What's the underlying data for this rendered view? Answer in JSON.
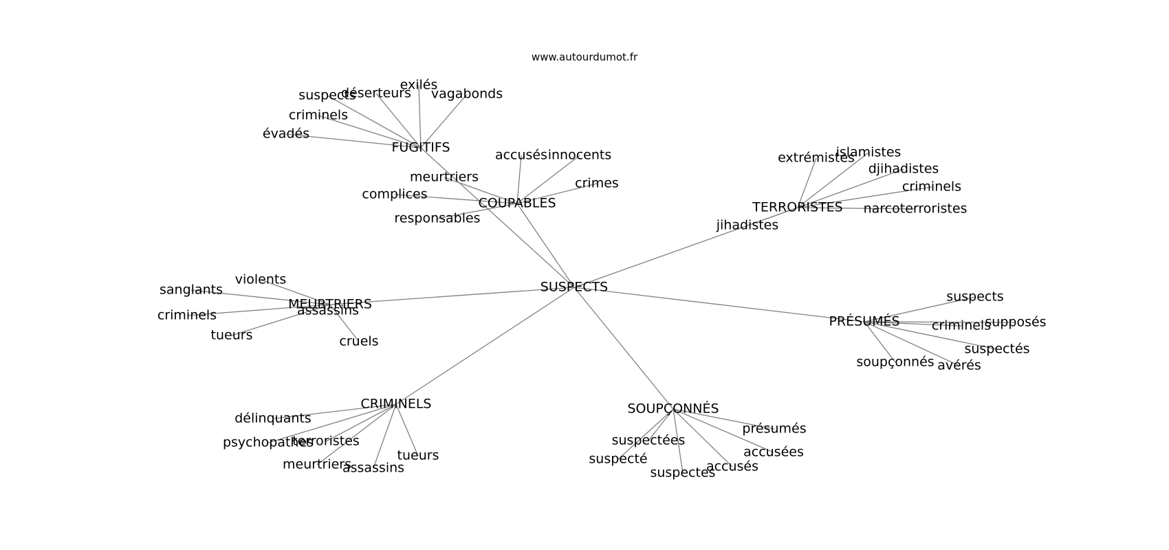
{
  "source": "www.autourdumot.fr",
  "edge_color": "#808080",
  "text_color": "#000000",
  "graph": {
    "center": "SUSPECTS",
    "groups": [
      {
        "id": "fugitifs",
        "label": "FUGITIFS",
        "words": [
          "suspects",
          "déserteurs",
          "exilés",
          "vagabonds",
          "criminels",
          "évadés"
        ]
      },
      {
        "id": "coupables",
        "label": "COUPABLES",
        "words": [
          "accusés",
          "innocents",
          "crimes",
          "meurtriers",
          "complices",
          "responsables"
        ]
      },
      {
        "id": "terroristes",
        "label": "TERRORISTES",
        "words": [
          "extrémistes",
          "islamistes",
          "djihadistes",
          "criminels",
          "narcoterroristes",
          "jihadistes"
        ]
      },
      {
        "id": "meurtriers",
        "label": "MEURTRIERS",
        "words": [
          "violents",
          "sanglants",
          "criminels",
          "assassins",
          "tueurs",
          "cruels"
        ]
      },
      {
        "id": "presumes",
        "label": "PRÉSUMÉS",
        "words": [
          "suspects",
          "criminels",
          "supposés",
          "suspectés",
          "soupçonnés",
          "avérés"
        ]
      },
      {
        "id": "criminels",
        "label": "CRIMINELS",
        "words": [
          "délinquants",
          "psychopathes",
          "terroristes",
          "meurtriers",
          "assassins",
          "tueurs"
        ]
      },
      {
        "id": "soupconnes",
        "label": "SOUPÇONNÉS",
        "words": [
          "présumés",
          "suspectées",
          "accusées",
          "suspecté",
          "accusés",
          "suspectes"
        ]
      }
    ]
  }
}
